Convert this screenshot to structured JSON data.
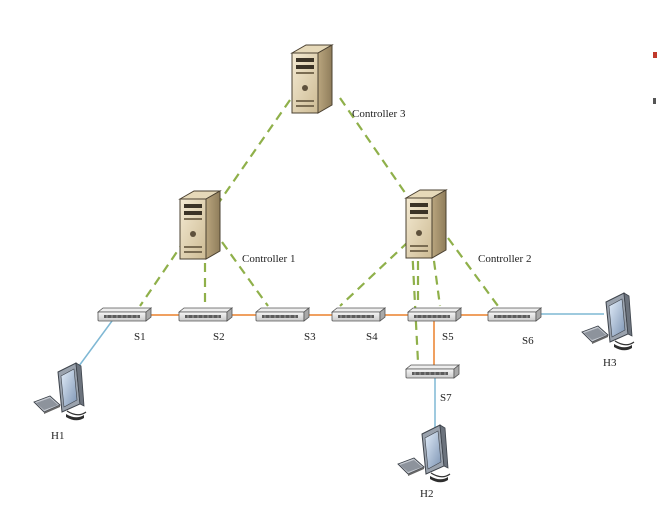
{
  "controllers": [
    {
      "id": "c3",
      "label": "Controller 3"
    },
    {
      "id": "c1",
      "label": "Controller 1"
    },
    {
      "id": "c2",
      "label": "Controller 2"
    }
  ],
  "switches": [
    {
      "id": "s1",
      "label": "S1"
    },
    {
      "id": "s2",
      "label": "S2"
    },
    {
      "id": "s3",
      "label": "S3"
    },
    {
      "id": "s4",
      "label": "S4"
    },
    {
      "id": "s5",
      "label": "S5"
    },
    {
      "id": "s6",
      "label": "S6"
    },
    {
      "id": "s7",
      "label": "S7"
    }
  ],
  "hosts": [
    {
      "id": "h1",
      "label": "H1"
    },
    {
      "id": "h2",
      "label": "H2"
    },
    {
      "id": "h3",
      "label": "H3"
    }
  ],
  "colors": {
    "control_link": "#8fb04a",
    "data_link": "#f0a060",
    "host_link": "#7fb8d4",
    "edge_mark": "#c0392b"
  }
}
